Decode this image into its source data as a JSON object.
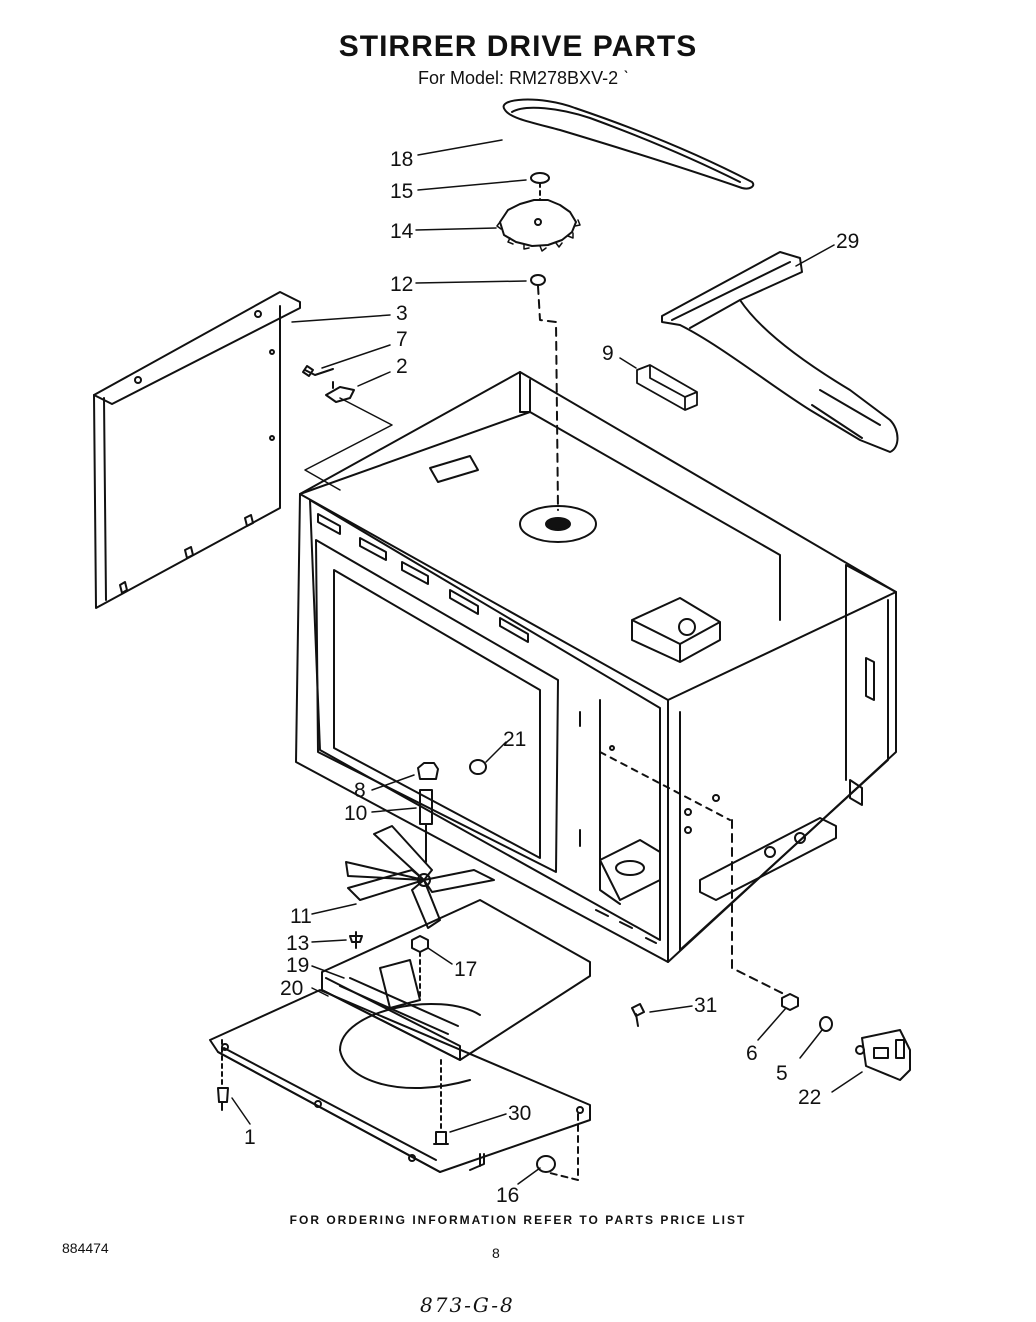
{
  "title": "STIRRER DRIVE PARTS",
  "model_line": "For Model: RM278BXV-2 ˋ",
  "callouts": {
    "p18": "18",
    "p15": "15",
    "p14": "14",
    "p12": "12",
    "p3": "3",
    "p7": "7",
    "p2": "2",
    "p9": "9",
    "p29": "29",
    "p21": "21",
    "p8": "8",
    "p10": "10",
    "p11": "11",
    "p13": "13",
    "p17": "17",
    "p19": "19",
    "p20": "20",
    "p31": "31",
    "p6": "6",
    "p5": "5",
    "p22": "22",
    "p1": "1",
    "p30": "30",
    "p16": "16"
  },
  "footer": "FOR ORDERING INFORMATION REFER TO PARTS PRICE LIST",
  "doc_number": "884474",
  "page_number": "8",
  "handwritten_note": "873-G-8"
}
